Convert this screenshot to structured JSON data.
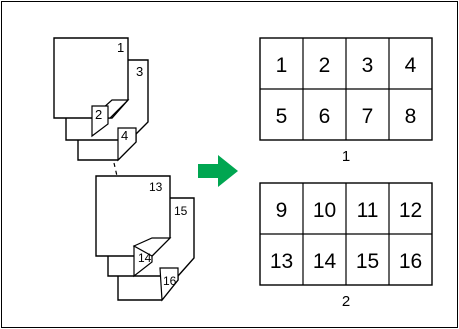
{
  "left_stacks": {
    "stack_1_pages": [
      "1",
      "2",
      "3",
      "4"
    ],
    "stack_2_pages": [
      "13",
      "14",
      "15",
      "16"
    ]
  },
  "arrow": {
    "color": "#00A651",
    "icon": "right-arrow-icon"
  },
  "sheets": [
    {
      "caption": "1",
      "cells": [
        "1",
        "2",
        "3",
        "4",
        "5",
        "6",
        "7",
        "8"
      ]
    },
    {
      "caption": "2",
      "cells": [
        "9",
        "10",
        "11",
        "12",
        "13",
        "14",
        "15",
        "16"
      ]
    }
  ]
}
